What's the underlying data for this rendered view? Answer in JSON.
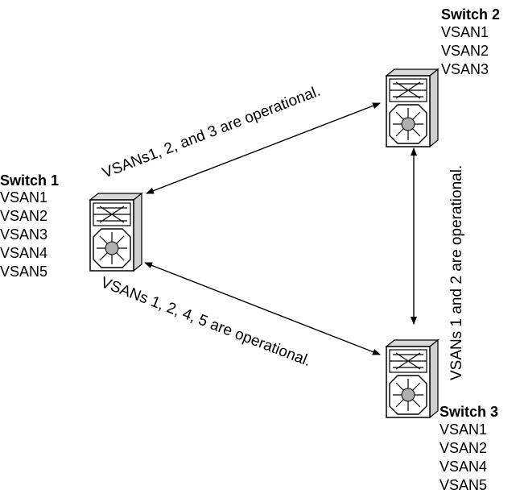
{
  "switches": [
    {
      "name": "Switch 1",
      "vsans": [
        "VSAN1",
        "VSAN2",
        "VSAN3",
        "VSAN4",
        "VSAN5"
      ]
    },
    {
      "name": "Switch 2",
      "vsans": [
        "VSAN1",
        "VSAN2",
        "VSAN3"
      ]
    },
    {
      "name": "Switch 3",
      "vsans": [
        "VSAN1",
        "VSAN2",
        "VSAN4",
        "VSAN5"
      ]
    }
  ],
  "links": [
    {
      "from": "Switch 1",
      "to": "Switch 2",
      "label": "VSANs1, 2, and 3 are operational."
    },
    {
      "from": "Switch 1",
      "to": "Switch 3",
      "label": "VSANs 1, 2, 4, 5 are operational."
    },
    {
      "from": "Switch 2",
      "to": "Switch 3",
      "label": "VSANs 1 and 2 are operational."
    }
  ],
  "colors": {
    "line": "#000000",
    "device_body": "#ffffff",
    "device_top": "#d9d9d9",
    "core": "#b0b0b0"
  }
}
